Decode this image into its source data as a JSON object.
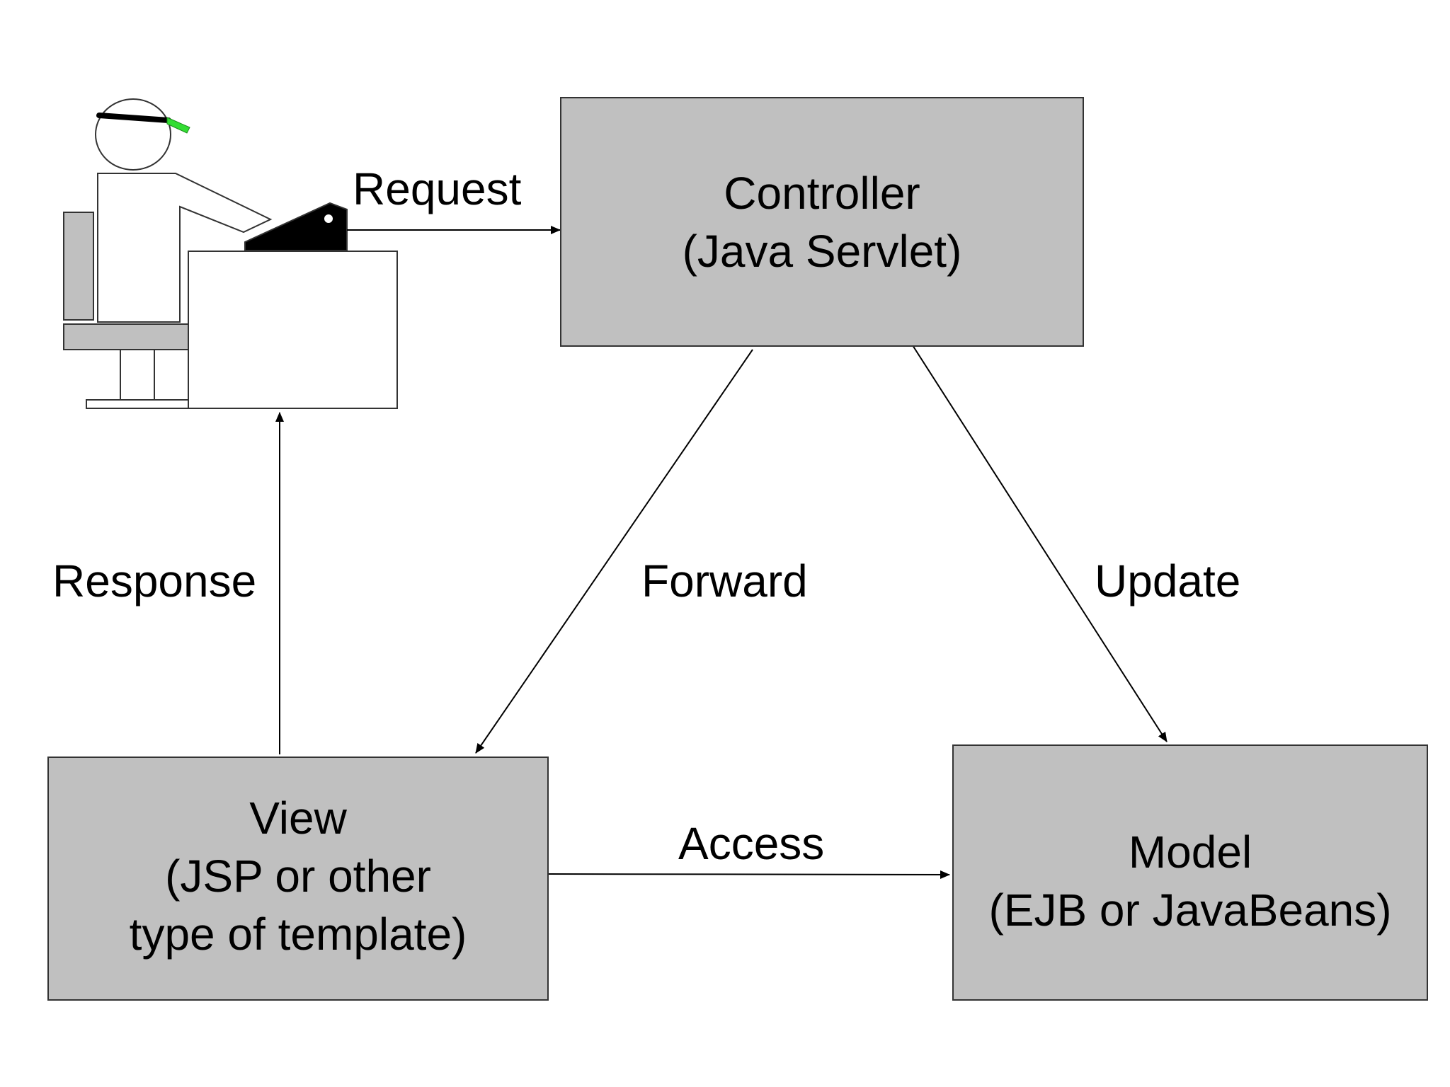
{
  "controller": {
    "line1": "Controller",
    "line2": "(Java Servlet)"
  },
  "view": {
    "line1": "View",
    "line2": "(JSP or other",
    "line3": "type of template)"
  },
  "model": {
    "line1": "Model",
    "line2": "(EJB or JavaBeans)"
  },
  "edges": {
    "request": "Request",
    "response": "Response",
    "forward": "Forward",
    "update": "Update",
    "access": "Access"
  },
  "colors": {
    "box_fill": "#c0c0c0",
    "box_border": "#333333",
    "headband_tip": "#33dd33",
    "chair": "#c0c0c0"
  },
  "icons": {
    "user": "person-at-computer-icon"
  }
}
